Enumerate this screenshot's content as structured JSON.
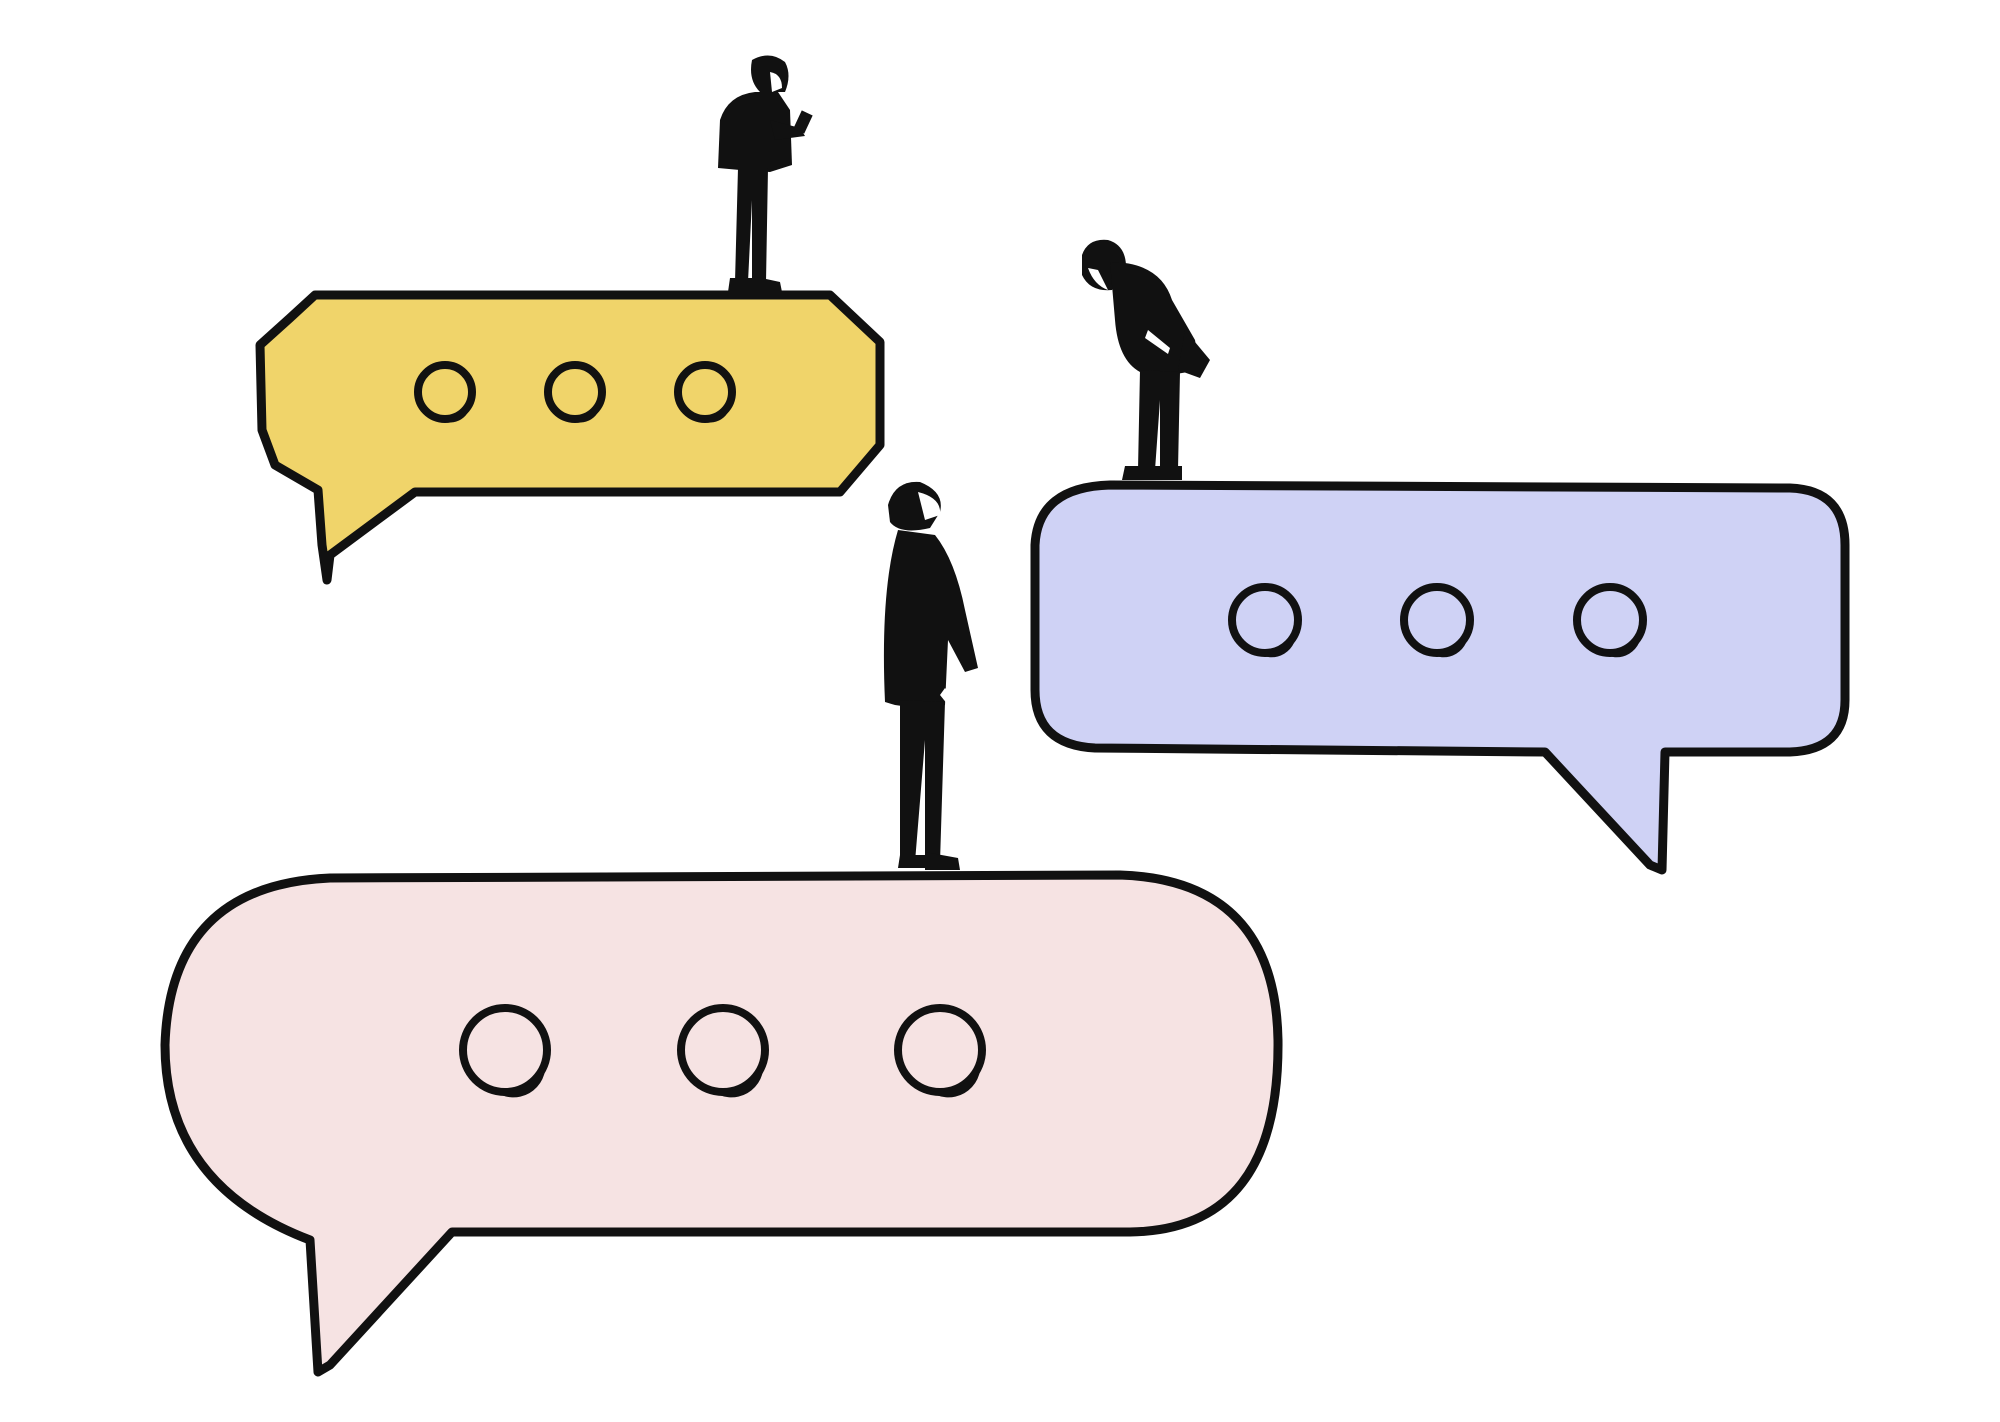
{
  "scene": {
    "background": "#ffffff",
    "outline_color": "#111111",
    "bubbles": [
      {
        "name": "yellow-speech-bubble",
        "fill": "#f0d46a",
        "dots": 3
      },
      {
        "name": "lavender-speech-bubble",
        "fill": "#cfd2f5",
        "dots": 3
      },
      {
        "name": "pink-speech-bubble",
        "fill": "#f6e3e3",
        "dots": 3
      }
    ],
    "figures": [
      {
        "name": "person-looking-at-phone",
        "pose": "standing-looking-down-at-phone"
      },
      {
        "name": "person-bowing",
        "pose": "bending-forward-looking-down"
      },
      {
        "name": "person-looking-up",
        "pose": "standing-looking-up"
      }
    ]
  }
}
